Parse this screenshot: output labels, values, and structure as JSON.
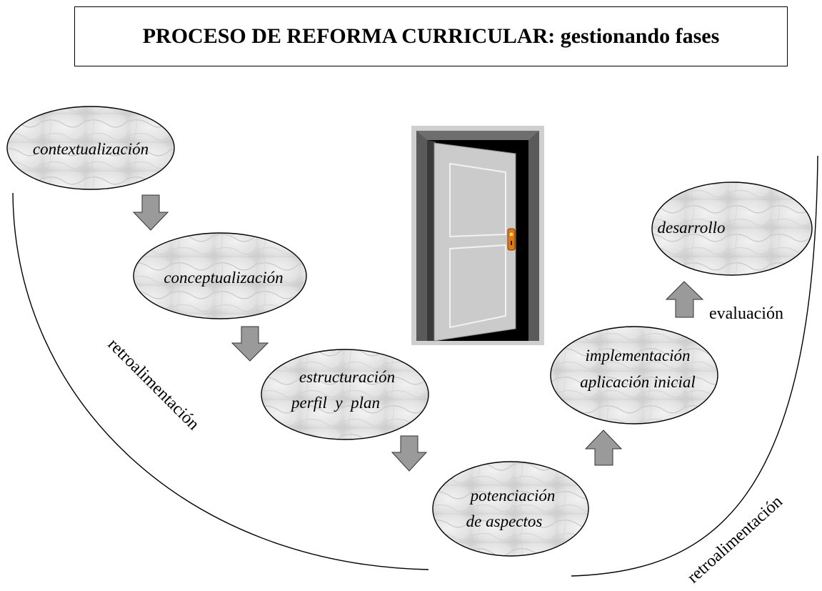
{
  "title": "PROCESO DE REFORMA CURRICULAR: gestionando fases",
  "nodes": {
    "contextualizacion": [
      "contextualización"
    ],
    "conceptualizacion": [
      "conceptualización"
    ],
    "estructuracion": [
      "estructuración",
      "perfil  y  plan"
    ],
    "potenciacion": [
      "potenciación",
      "de aspectos"
    ],
    "implementacion": [
      "implementación",
      "aplicación inicial"
    ],
    "desarrollo": [
      "desarrollo"
    ]
  },
  "labels": {
    "evaluacion": "evaluación",
    "feedback_left": "retroalimentación",
    "feedback_right": "retroalimentación"
  },
  "colors": {
    "arrow_fill": "#9a9a9a",
    "ellipse_fill": "#e4e4e4",
    "ellipse_stroke": "#000000",
    "door_frame": "#5a5a5a",
    "door_opening": "#000000",
    "door_panel": "#c8c8c8",
    "door_knob": "#e07a10"
  },
  "icons": {
    "door": "open-door-icon",
    "arrow_down": "arrow-down-icon",
    "arrow_up": "arrow-up-icon"
  }
}
